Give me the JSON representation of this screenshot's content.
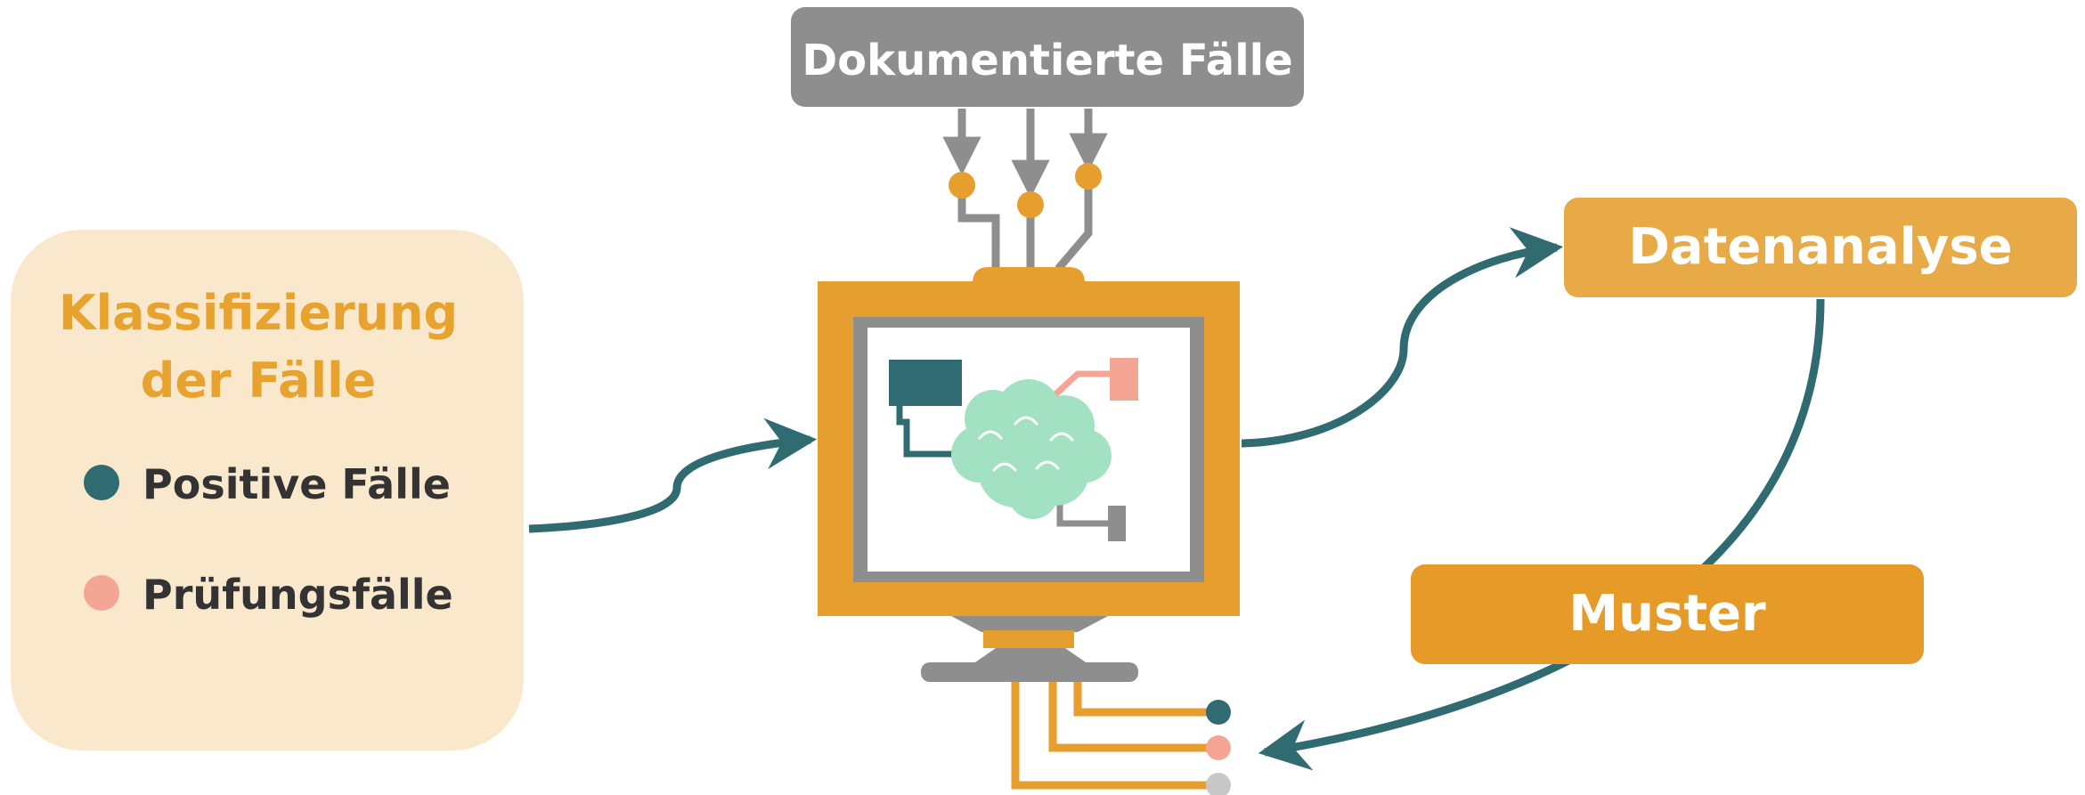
{
  "top_box": {
    "label": "Dokumentierte Fälle",
    "color": "#8e8e8e"
  },
  "classification": {
    "title_line1": "Klassifizierung",
    "title_line2": "der Fälle",
    "title_color": "#e8a22e",
    "panel_color": "#fae8cd",
    "legend": [
      {
        "label": "Positive Fälle",
        "color": "#2f6b70"
      },
      {
        "label": "Prüfungsfälle",
        "color": "#f5a593"
      }
    ]
  },
  "data_analysis": {
    "label": "Datenanalyse",
    "color": "#e8aa46"
  },
  "pattern": {
    "label": "Muster",
    "color": "#e69b28"
  },
  "colors": {
    "teal": "#2f6b70",
    "orange": "#e69f2e",
    "gray": "#8e8e8e",
    "mint": "#a2e2c3",
    "salmon": "#f5a593",
    "light_gray": "#c8c8c8"
  },
  "icons": {
    "monitor": "monitor-icon",
    "brain": "brain-cloud-icon",
    "arrow": "curved-arrow-icon"
  }
}
